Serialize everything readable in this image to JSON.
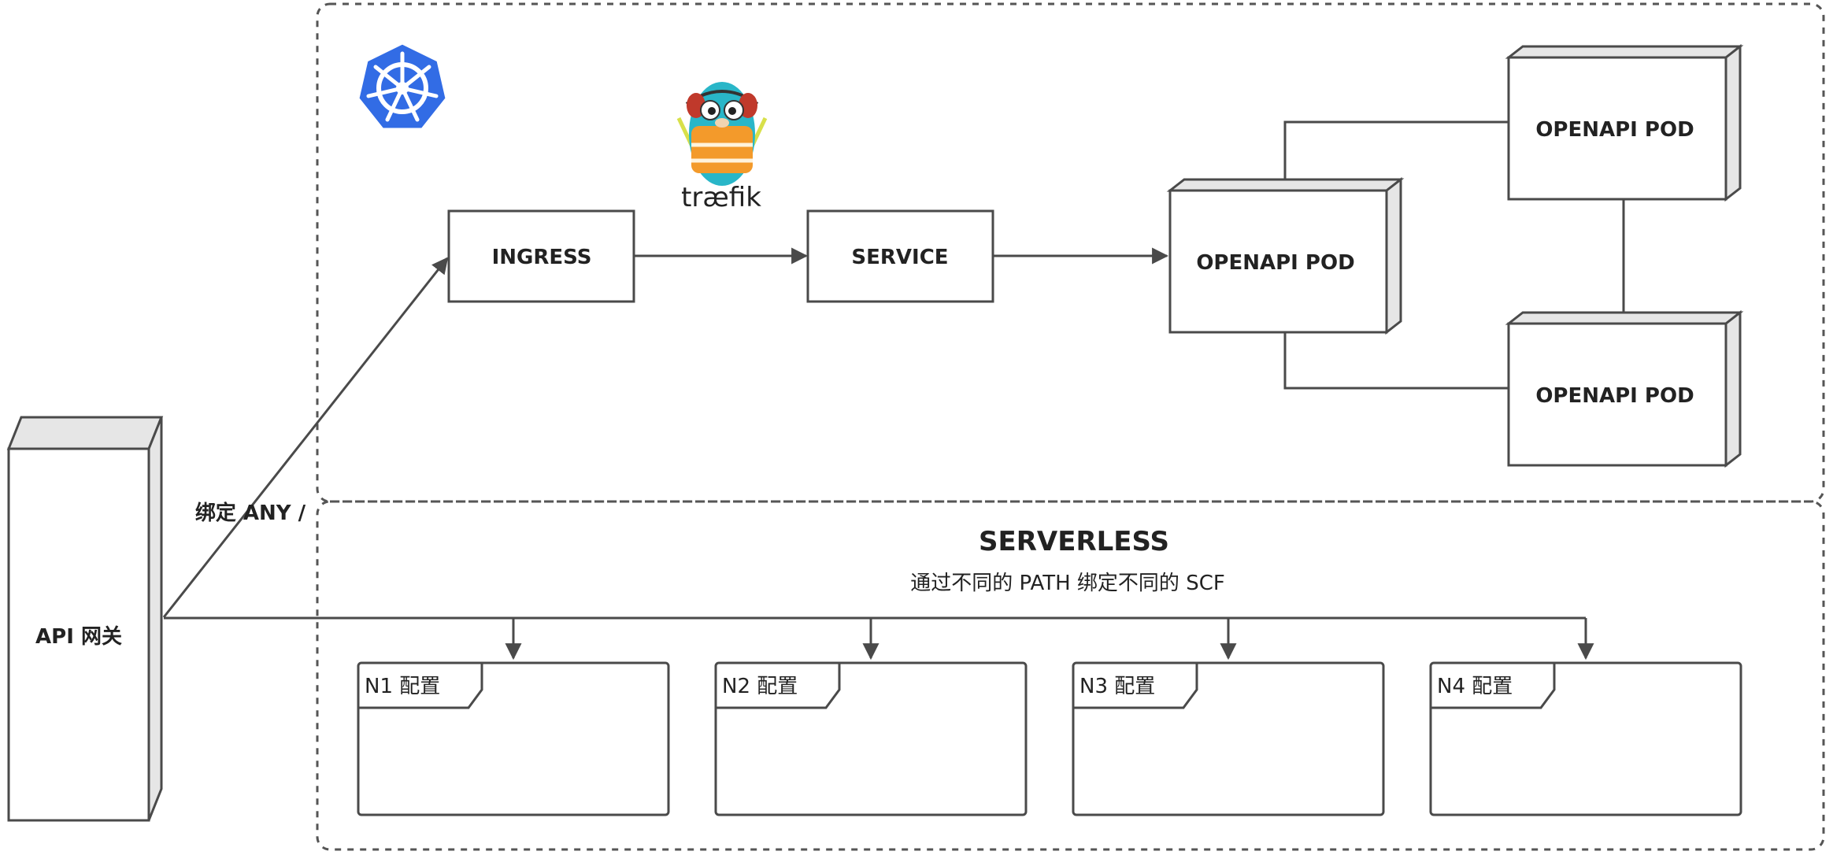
{
  "diagram": {
    "k8s_logo": {
      "icon": "kubernetes-helm-icon",
      "color": "#326ce5"
    },
    "traefik": {
      "icon": "traefik-gopher-icon",
      "wordmark": "træfik",
      "accent": "#29b6c8"
    },
    "api_gateway": {
      "label": "API 网关"
    },
    "bind_any_label": "绑定 ANY /",
    "ingress": {
      "label": "INGRESS"
    },
    "service": {
      "label": "SERVICE"
    },
    "pods": [
      {
        "label": "OPENAPI POD"
      },
      {
        "label": "OPENAPI POD"
      },
      {
        "label": "OPENAPI POD"
      }
    ],
    "serverless": {
      "title": "SERVERLESS",
      "subtitle": "通过不同的 PATH 绑定不同的 SCF",
      "configs": [
        {
          "label": "N1 配置"
        },
        {
          "label": "N2 配置"
        },
        {
          "label": "N3 配置"
        },
        {
          "label": "N4 配置"
        }
      ]
    },
    "colors": {
      "line": "#4a4a4a",
      "box_side": "#e6e6e6",
      "logo_blue": "#326ce5"
    }
  }
}
